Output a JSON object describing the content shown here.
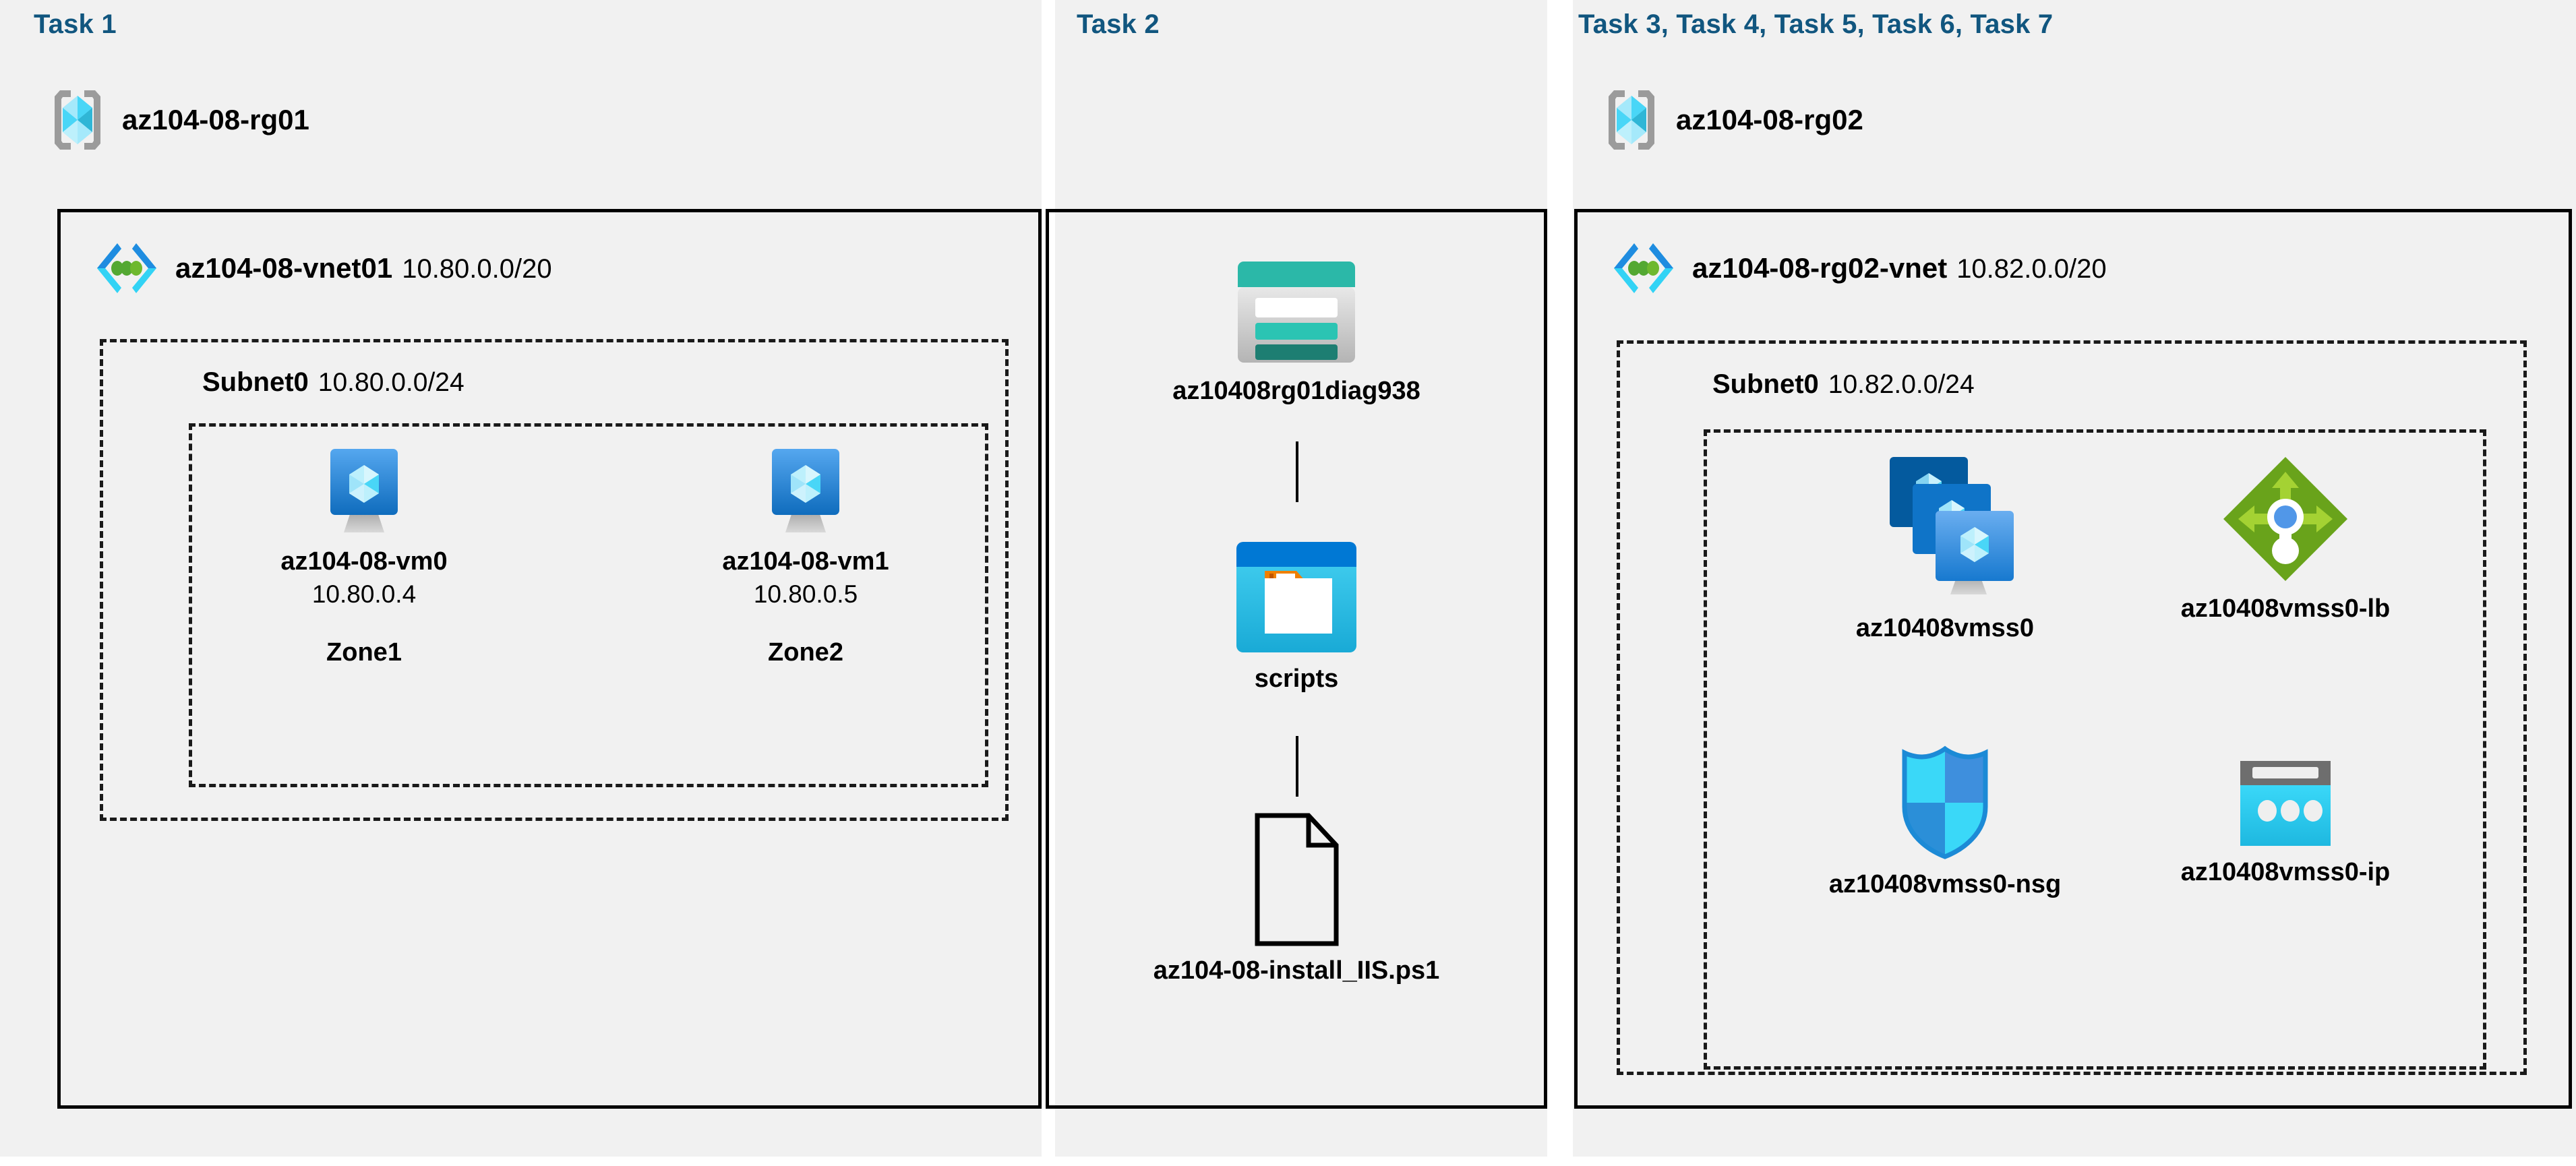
{
  "columns": {
    "task1": {
      "label": "Task 1"
    },
    "task2": {
      "label": "Task 2"
    },
    "task3to7": {
      "label": "Task 3, Task 4, Task 5, Task 6, Task 7"
    }
  },
  "colors": {
    "task_label": "#11567f",
    "panel_bg": "#f1f1f1",
    "page_bg": "#ffffff",
    "border": "#000000",
    "vm_blue": "#3c91e6",
    "vm_blue_dark": "#0f6cbd",
    "vnet_blue": "#1f8ce0",
    "vnet_cyan": "#32d3f5",
    "vnet_green": "#53a832",
    "storage_teal": "#2bb8a8",
    "storage_teal_dark": "#1d7e72",
    "container_blue": "#0078d4",
    "container_cyan": "#32bfe8",
    "container_orange": "#f08000",
    "lb_green": "#69a31b",
    "lb_green_light": "#a4d233",
    "lb_circle_blue": "#5197e8",
    "nsg_cyan": "#3ad8f8",
    "nsg_blue": "#3e8fdd",
    "ip_cyan": "#2fc0e8",
    "ip_gray": "#6e6e6e",
    "rg_gray": "#a0a0a0",
    "rg_cyan": "#49d6f7",
    "rg_cyan_light": "#a5e9fb"
  },
  "rg01": {
    "icon": "resource-group-icon",
    "name": "az104-08-rg01",
    "vnet": {
      "icon": "virtual-network-icon",
      "name": "az104-08-vnet01",
      "cidr": "10.80.0.0/20"
    },
    "subnet": {
      "name": "Subnet0",
      "cidr": "10.80.0.0/24"
    },
    "vms": [
      {
        "icon": "virtual-machine-icon",
        "name": "az104-08-vm0",
        "ip": "10.80.0.4",
        "zone": "Zone1"
      },
      {
        "icon": "virtual-machine-icon",
        "name": "az104-08-vm1",
        "ip": "10.80.0.5",
        "zone": "Zone2"
      }
    ]
  },
  "task2_items": [
    {
      "icon": "storage-account-icon",
      "name": "az10408rg01diag938"
    },
    {
      "icon": "blob-container-icon",
      "name": "scripts"
    },
    {
      "icon": "script-file-icon",
      "name": "az104-08-install_IIS.ps1"
    }
  ],
  "rg02": {
    "icon": "resource-group-icon",
    "name": "az104-08-rg02",
    "vnet": {
      "icon": "virtual-network-icon",
      "name": "az104-08-rg02-vnet",
      "cidr": "10.82.0.0/20"
    },
    "subnet": {
      "name": "Subnet0",
      "cidr": "10.82.0.0/24"
    },
    "resources": [
      {
        "icon": "vm-scale-set-icon",
        "name": "az10408vmss0"
      },
      {
        "icon": "load-balancer-icon",
        "name": "az10408vmss0-lb"
      },
      {
        "icon": "network-security-group-icon",
        "name": "az10408vmss0-nsg"
      },
      {
        "icon": "public-ip-address-icon",
        "name": "az10408vmss0-ip"
      }
    ]
  }
}
